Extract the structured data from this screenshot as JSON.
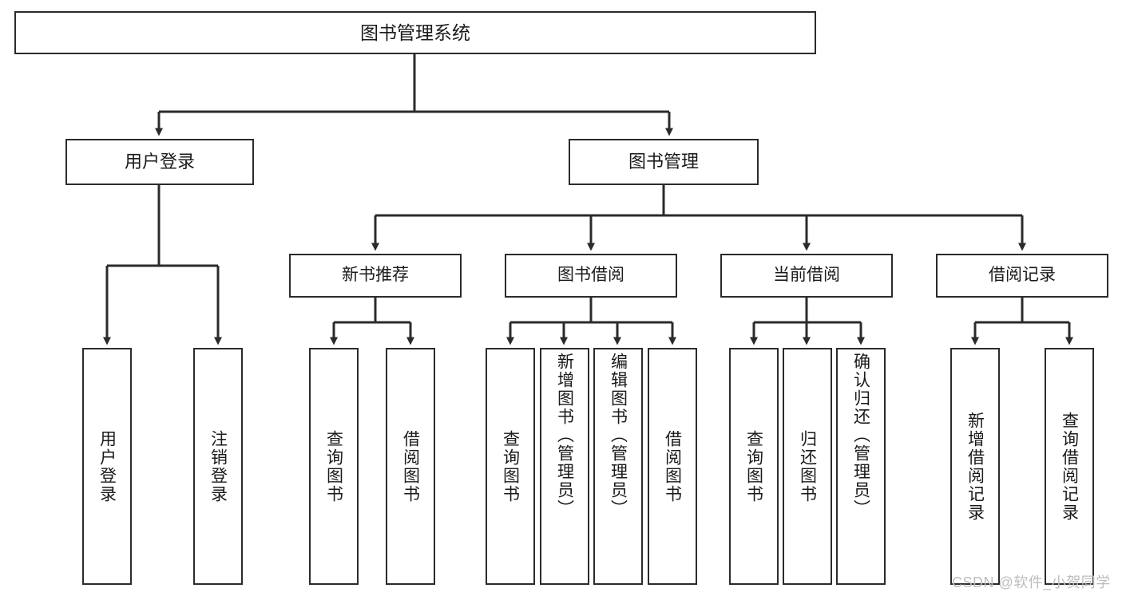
{
  "diagram": {
    "title": "图书管理系统",
    "colors": {
      "background": "#ffffff",
      "box_border": "#2b2b2b",
      "box_fill": "#ffffff",
      "text": "#1a1a1a",
      "connector": "#2b2b2b",
      "watermark": "#bdbdbd"
    },
    "root": {
      "label": "图书管理系统"
    },
    "level1": [
      {
        "label": "用户登录"
      },
      {
        "label": "图书管理"
      }
    ],
    "level2": [
      {
        "label": "新书推荐"
      },
      {
        "label": "图书借阅"
      },
      {
        "label": "当前借阅"
      },
      {
        "label": "借阅记录"
      }
    ],
    "leaves": {
      "user_login": [
        {
          "label": "用户登录"
        },
        {
          "label": "注销登录"
        }
      ],
      "new_book_recommend": [
        {
          "label": "查询图书"
        },
        {
          "label": "借阅图书"
        }
      ],
      "book_borrow": [
        {
          "label": "查询图书"
        },
        {
          "label": "新增图书（管理员）"
        },
        {
          "label": "编辑图书（管理员）"
        },
        {
          "label": "借阅图书"
        }
      ],
      "current_borrow": [
        {
          "label": "查询图书"
        },
        {
          "label": "归还图书"
        },
        {
          "label": "确认归还（管理员）"
        }
      ],
      "borrow_record": [
        {
          "label": "新增借阅记录"
        },
        {
          "label": "查询借阅记录"
        }
      ]
    },
    "watermark": "CSDN @软件_小贺同学"
  }
}
